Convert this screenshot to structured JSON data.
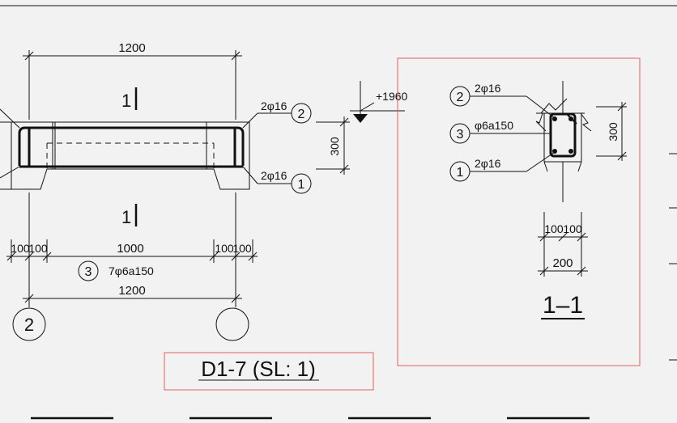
{
  "drawing": {
    "beam_title": "D1-7 (SL: 1)",
    "section_title": "1–1",
    "section_mark": "1",
    "elevation_label": "+1960",
    "colors": {
      "highlight_box": "#e06060",
      "line": "#111111",
      "background": "#f2f2f2"
    }
  },
  "elevation": {
    "dim_top_total": "1200",
    "dim_bottom_total": "1200",
    "dim_clear_span": "1000",
    "dim_left_a": "100",
    "dim_left_b": "100",
    "dim_right_a": "100",
    "dim_right_b": "100",
    "dim_height": "300",
    "stirrup_callout": "7φ6a150",
    "top_bar_label": "2φ16",
    "bottom_bar_label": "2φ16",
    "marker_top_bar": "2",
    "marker_bottom_bar": "1",
    "marker_stirrup": "3"
  },
  "section": {
    "top_bar_label": "2φ16",
    "stirrup_label": "φ6a150",
    "bottom_bar_label": "2φ16",
    "marker_top": "2",
    "marker_stirrup": "3",
    "marker_bottom": "1",
    "dim_height": "300",
    "dim_half_a": "100",
    "dim_half_b": "100",
    "dim_width": "200"
  },
  "axes": {
    "left_label": "2",
    "right_label": ""
  }
}
